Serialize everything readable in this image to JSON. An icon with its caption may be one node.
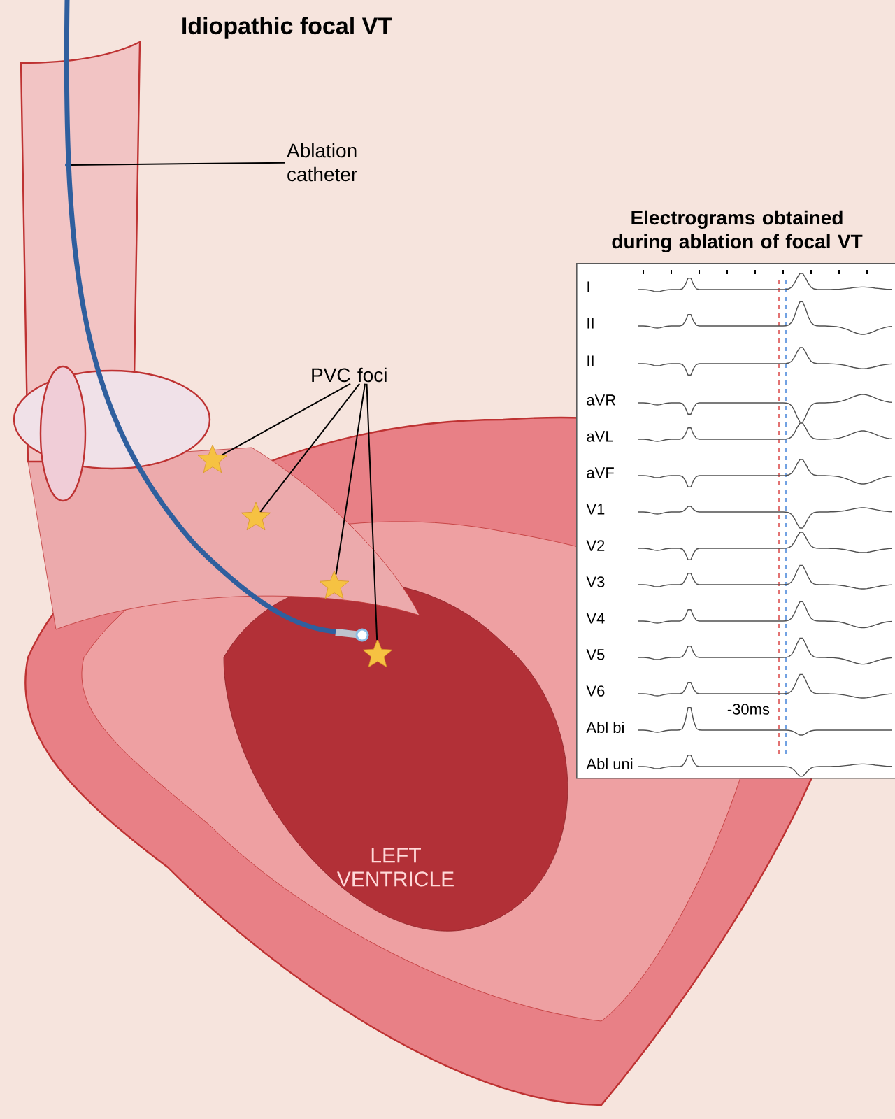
{
  "diagram": {
    "title": "Idiopathic focal VT",
    "nodes": [
      {
        "text": [
          "Ablation catheter"
        ]
      },
      {
        "text": [],
        "shape": "picture"
      },
      {
        "text": [
          "PVC foci"
        ]
      },
      {
        "text": [],
        "shape": "star"
      },
      {
        "text": [],
        "shape": "star"
      },
      {
        "text": [],
        "shape": "star"
      },
      {
        "text": [],
        "shape": "star"
      },
      {
        "text": [
          "Electrograms obtained during ablation of focal VT"
        ]
      }
    ],
    "edges": [
      {
        "from": 0,
        "to": 1,
        "arrow": "none"
      },
      {
        "from": 2,
        "to": 3,
        "arrow": "none"
      },
      {
        "from": 2,
        "to": 4,
        "arrow": "none"
      },
      {
        "from": 2,
        "to": 5,
        "arrow": "none"
      },
      {
        "from": 2,
        "to": 6,
        "arrow": "none"
      }
    ],
    "labels": [
      "I",
      "II",
      "II",
      "aVR",
      "aVL",
      "aVF",
      "V1",
      "V2",
      "V3",
      "V4",
      "V5",
      "V6",
      "-30ms",
      "Abl bi",
      "Abl uni",
      "LEFT VENTRICLE"
    ]
  }
}
